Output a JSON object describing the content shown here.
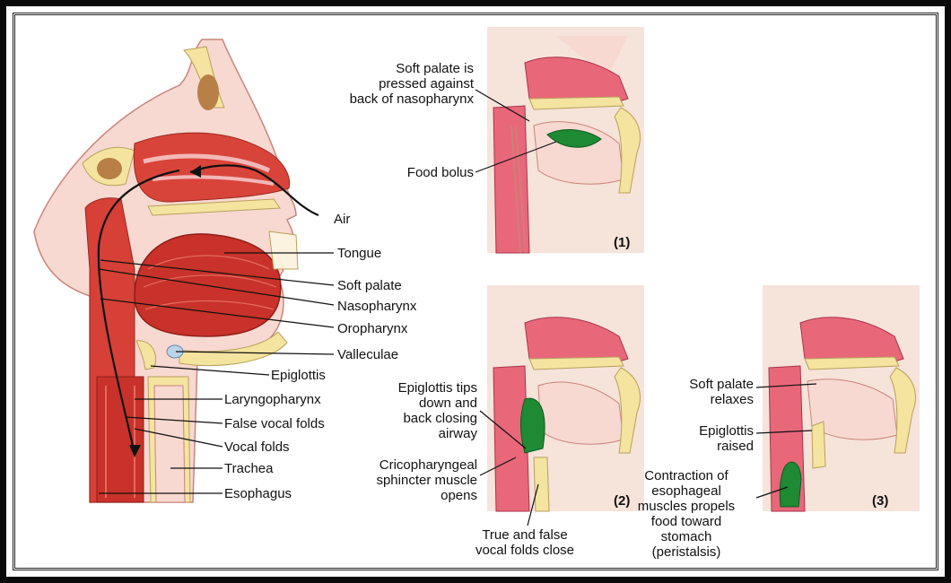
{
  "main_view": {
    "labels": {
      "air": "Air",
      "tongue": "Tongue",
      "soft_palate": "Soft palate",
      "nasopharynx": "Nasopharynx",
      "oropharynx": "Oropharynx",
      "valleculae": "Valleculae",
      "epiglottis": "Epiglottis",
      "laryngopharynx": "Laryngopharynx",
      "false_vocal_folds": "False vocal folds",
      "vocal_folds": "Vocal folds",
      "trachea": "Trachea",
      "esophagus": "Esophagus"
    }
  },
  "panel_1": {
    "number": "(1)",
    "soft_palate_note": [
      "Soft palate is",
      "pressed against",
      "back of nasopharynx"
    ],
    "food_bolus": "Food bolus"
  },
  "panel_2": {
    "number": "(2)",
    "epiglottis_note": [
      "Epiglottis tips",
      "down and",
      "back closing",
      "airway"
    ],
    "sphincter_note": [
      "Cricopharyngeal",
      "sphincter muscle",
      "opens"
    ],
    "vocal_note": [
      "True and false",
      "vocal folds close"
    ]
  },
  "panel_3": {
    "number": "(3)",
    "soft_palate_note": [
      "Soft palate",
      "relaxes"
    ],
    "epiglottis_note": [
      "Epiglottis",
      "raised"
    ],
    "contraction_note": [
      "Contraction of",
      "esophageal",
      "muscles propels",
      "food toward",
      "stomach",
      "(peristalsis)"
    ]
  },
  "colors": {
    "frame": "#0a0a0a",
    "tissue_pink": "#f2b8b8",
    "muscle_red": "#c8322a",
    "airway_light": "#f7d9d2",
    "bone_yellow": "#f4e4a0",
    "bolus_green": "#1e8a34",
    "panel_bg": "#f3d8cc"
  }
}
